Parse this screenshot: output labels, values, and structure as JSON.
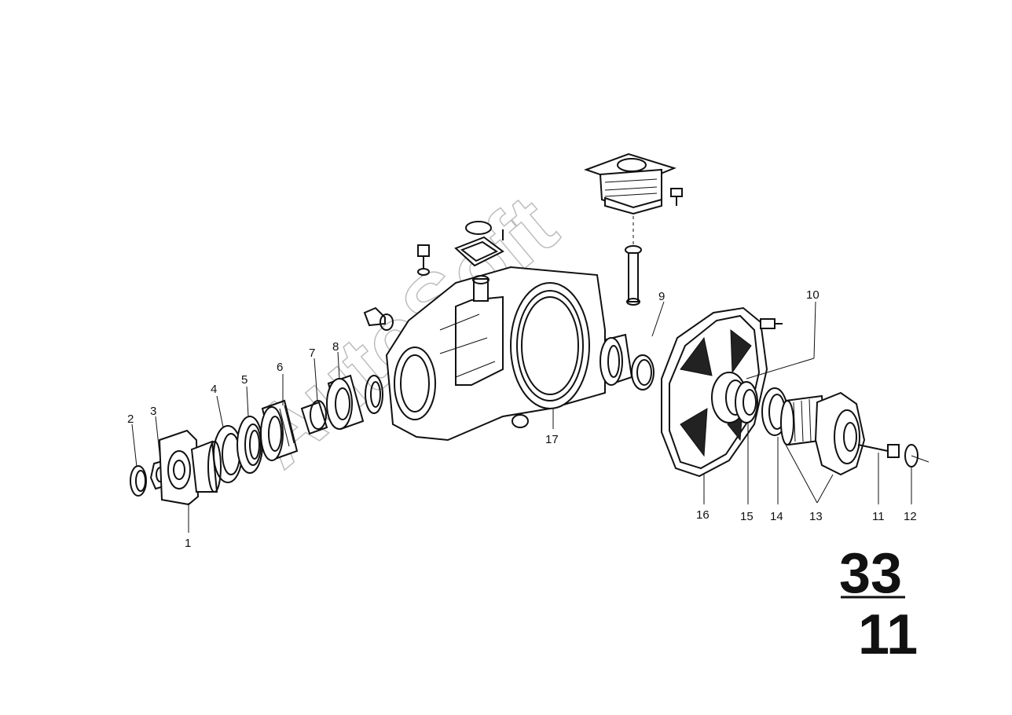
{
  "watermark": "AutoSoft",
  "group": {
    "main": "33",
    "sub": "11"
  },
  "callouts": [
    "1",
    "2",
    "3",
    "4",
    "5",
    "6",
    "7",
    "8",
    "9",
    "10",
    "11",
    "12",
    "13",
    "14",
    "15",
    "16",
    "17"
  ]
}
